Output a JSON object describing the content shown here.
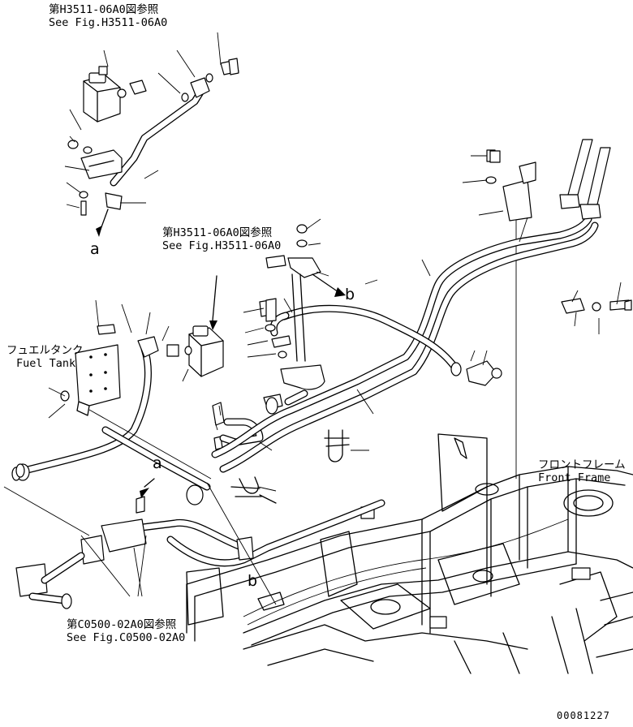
{
  "references": {
    "top_left": {
      "jp": "第H3511-06A0図参照",
      "en": "See Fig.H3511-06A0"
    },
    "center": {
      "jp": "第H3511-06A0図参照",
      "en": "See Fig.H3511-06A0"
    },
    "bottom": {
      "jp": "第C0500-02A0図参照",
      "en": "See Fig.C0500-02A0"
    }
  },
  "components": {
    "fuel_tank": {
      "jp": "フュエルタンク",
      "en": "Fuel Tank"
    },
    "front_frame": {
      "jp": "フロントフレーム",
      "en": "Front Frame"
    }
  },
  "connection_markers": {
    "a_top": "a",
    "a_mid": "a",
    "b_top": "b",
    "b_bottom": "b"
  },
  "drawing_number": "00081227"
}
